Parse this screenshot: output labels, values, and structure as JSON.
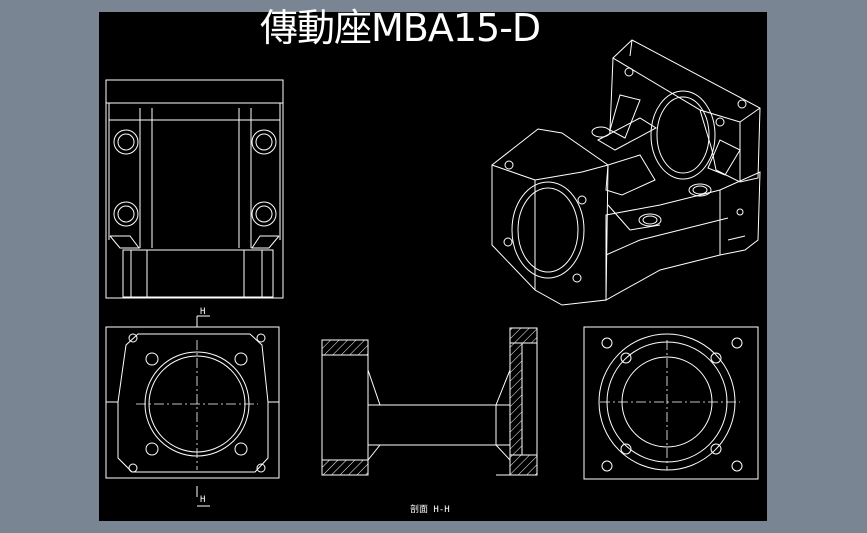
{
  "drawing": {
    "title": "傳動座MBA15-D",
    "section_marks": {
      "top": "H",
      "bottom": "H"
    },
    "section_caption": "剖面 H-H"
  },
  "colors": {
    "viewport_border": "#7a8593",
    "sheet_background": "#000000",
    "line_color": "#ffffff"
  }
}
